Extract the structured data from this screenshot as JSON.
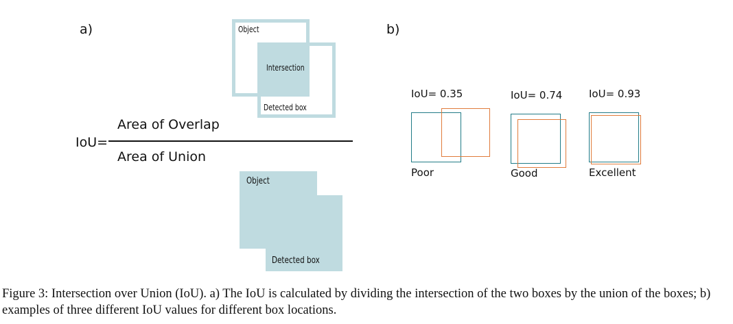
{
  "colors": {
    "light_blue": "#bfdbe0",
    "teal": "#1f7a86",
    "orange": "#e07a3a"
  },
  "panel_a": {
    "label": "a)",
    "top_diagram": {
      "object_label": "Object",
      "intersection_label": "Intersection",
      "detected_label": "Detected box"
    },
    "formula": {
      "lhs": "IoU=",
      "numerator": "Area of Overlap",
      "denominator": "Area of Union"
    },
    "bottom_diagram": {
      "object_label": "Object",
      "detected_label": "Detected box"
    }
  },
  "panel_b": {
    "label": "b)",
    "examples": [
      {
        "iou": "IoU= 0.35",
        "quality": "Poor"
      },
      {
        "iou": "IoU= 0.74",
        "quality": "Good"
      },
      {
        "iou": "IoU= 0.93",
        "quality": "Excellent"
      }
    ]
  },
  "caption": "Figure 3: Intersection over Union (IoU). a) The IoU is calculated by dividing the intersection of the two boxes by the union of the boxes; b) examples of three different IoU values for different box locations."
}
